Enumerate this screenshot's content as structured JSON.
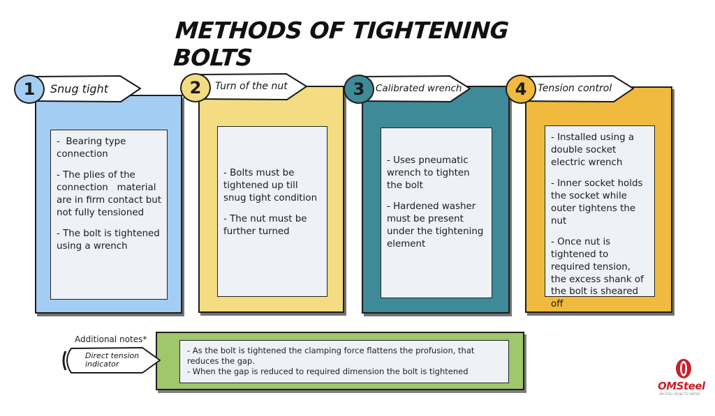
{
  "title": "METHODS OF TIGHTENING BOLTS",
  "colors": {
    "card1": "#a4cdf3",
    "card2": "#f3dc82",
    "card3": "#3f8a99",
    "card4": "#efba3e",
    "notes": "#9fc76b",
    "brand": "#c8202a"
  },
  "methods": [
    {
      "number": "1",
      "label": "Snug tight",
      "points": [
        "-  Bearing type connection",
        "- The plies of the connection   material are in firm contact but not fully tensioned",
        "- The bolt is tightened using a wrench"
      ]
    },
    {
      "number": "2",
      "label": "Turn of the nut",
      "points": [
        "- Bolts must be tightened up till snug tight condition",
        "- The nut must be further turned"
      ]
    },
    {
      "number": "3",
      "label": "Calibrated wrench",
      "points": [
        "- Uses pneumatic wrench to tighten the bolt",
        "- Hardened washer must be present under the tightening element"
      ]
    },
    {
      "number": "4",
      "label": "Tension control",
      "points": [
        "- Installed using a double socket electric wrench",
        "- Inner socket holds the socket while outer tightens the nut",
        "- Once nut is tightened to required tension, the excess shank of the bolt is sheared off"
      ]
    }
  ],
  "notes": {
    "heading": "Additional notes*",
    "tag": "Direct tension indicator",
    "lines": [
      "- As the bolt is tightened the clamping force flattens the profusion, that reduces the gap.",
      "- When the gap is reduced to required dimension the bolt is tightened"
    ]
  },
  "logo": {
    "name": "OMSteel",
    "tagline": "OM STEEL PROJECTS LIMITED"
  }
}
